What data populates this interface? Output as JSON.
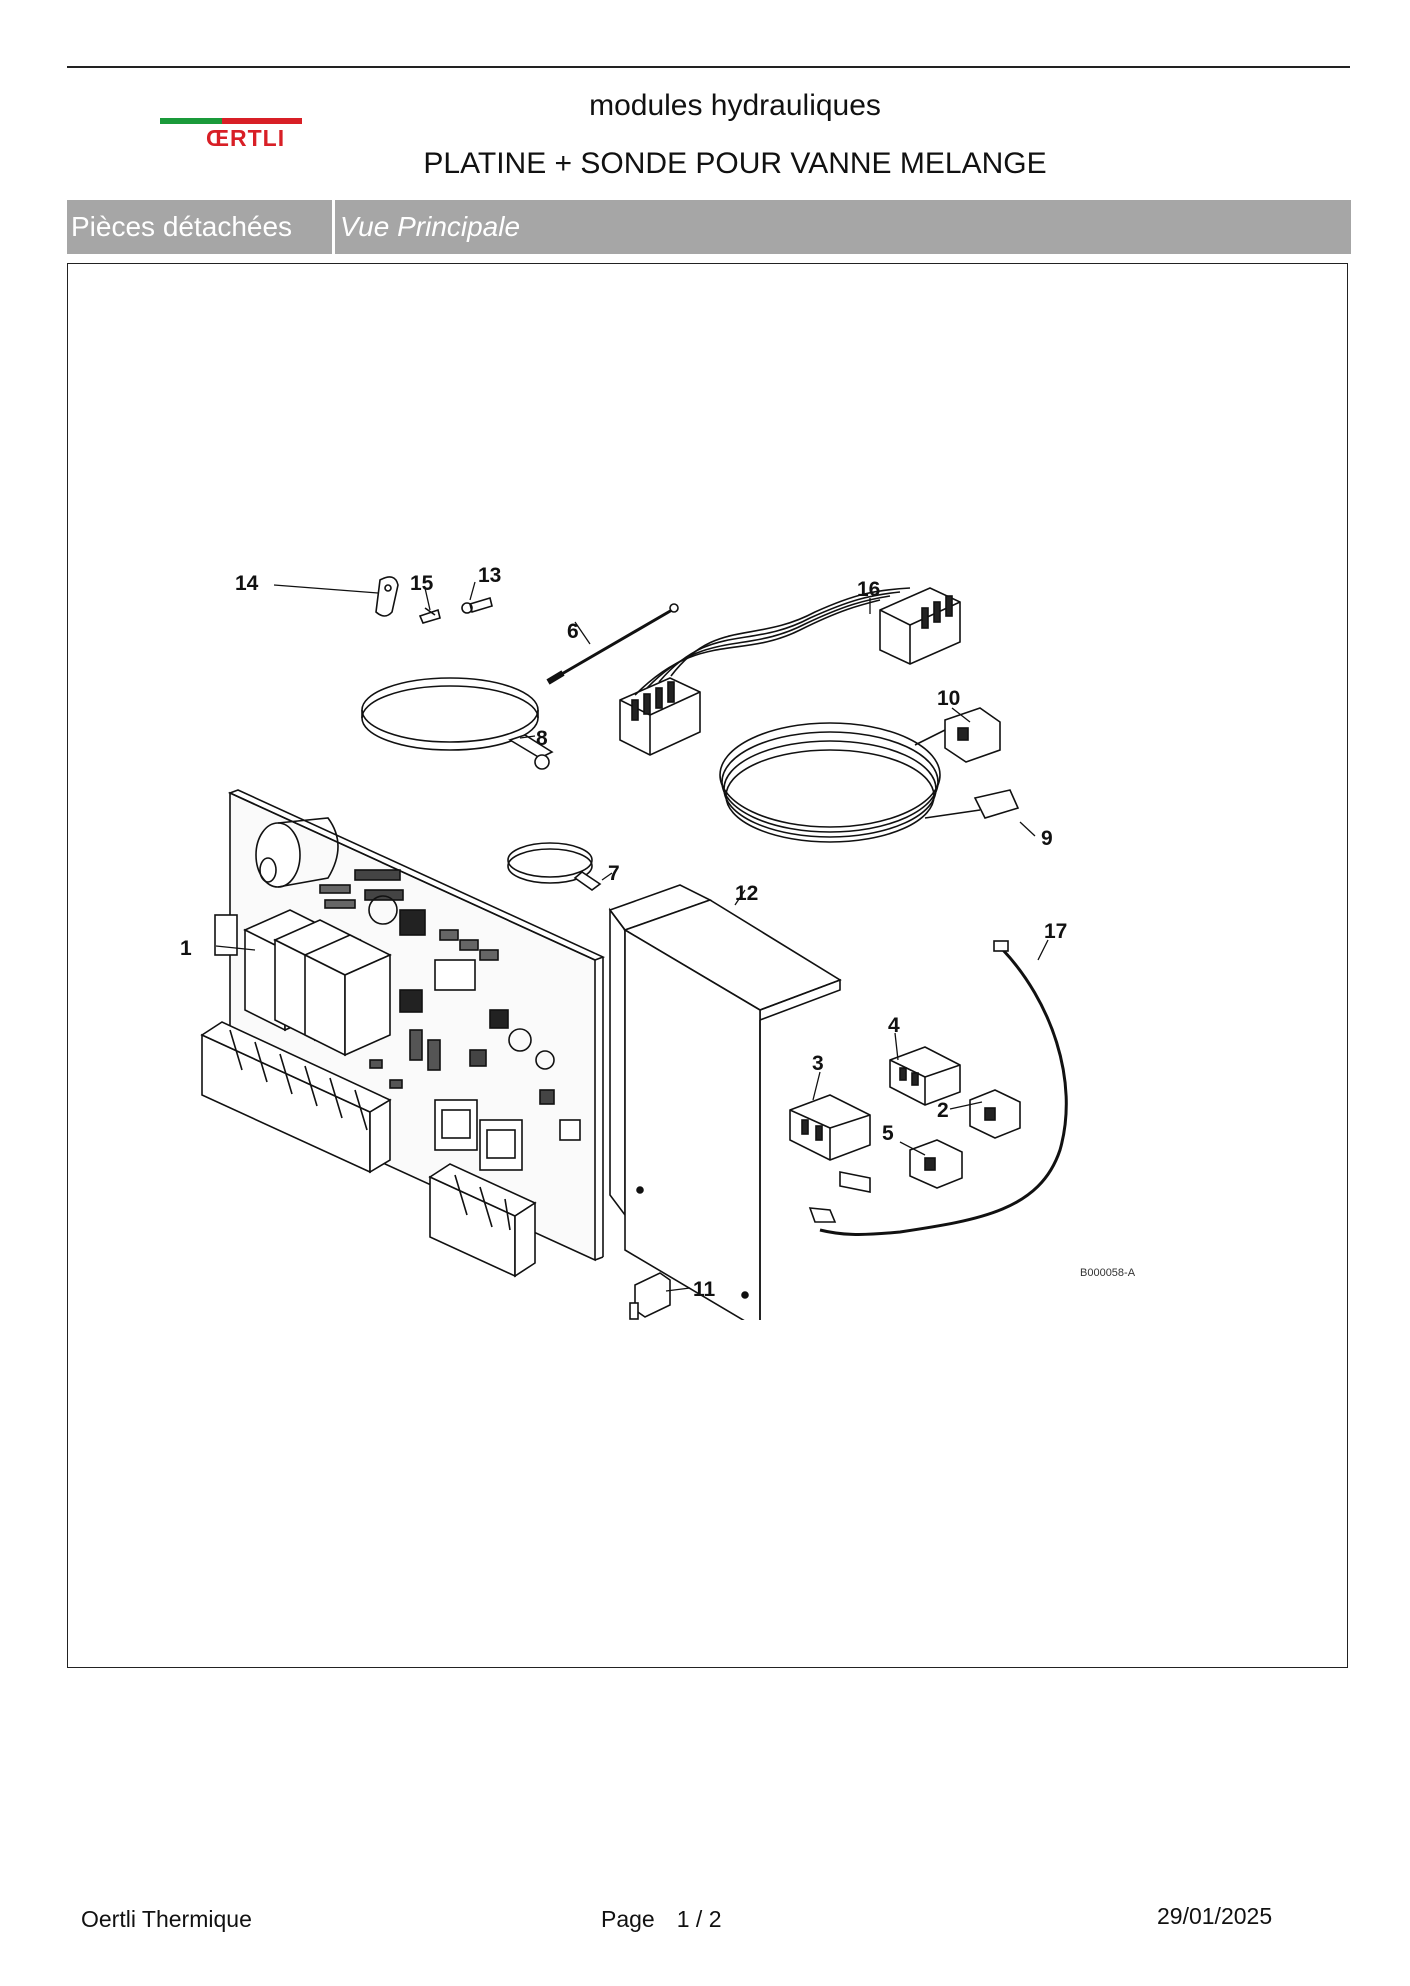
{
  "header": {
    "logo_text": "ŒRTLI",
    "category": "modules hydrauliques",
    "title": "PLATINE + SONDE POUR VANNE MELANGE"
  },
  "tabs": [
    {
      "label": "Pièces détachées"
    },
    {
      "label": "Vue Principale"
    }
  ],
  "diagram": {
    "callouts": [
      "1",
      "2",
      "3",
      "4",
      "5",
      "6",
      "7",
      "8",
      "9",
      "10",
      "11",
      "12",
      "13",
      "14",
      "15",
      "16",
      "17"
    ],
    "drawing_code": "B000058-A"
  },
  "footer": {
    "company": "Oertli Thermique",
    "page_label": "Page",
    "page_current": "1",
    "page_total": "2",
    "page_separator": "/",
    "date": "29/01/2025"
  },
  "colors": {
    "logo_green": "#1a9a3a",
    "logo_red": "#d81f26",
    "tab_background": "#a6a6a6"
  }
}
